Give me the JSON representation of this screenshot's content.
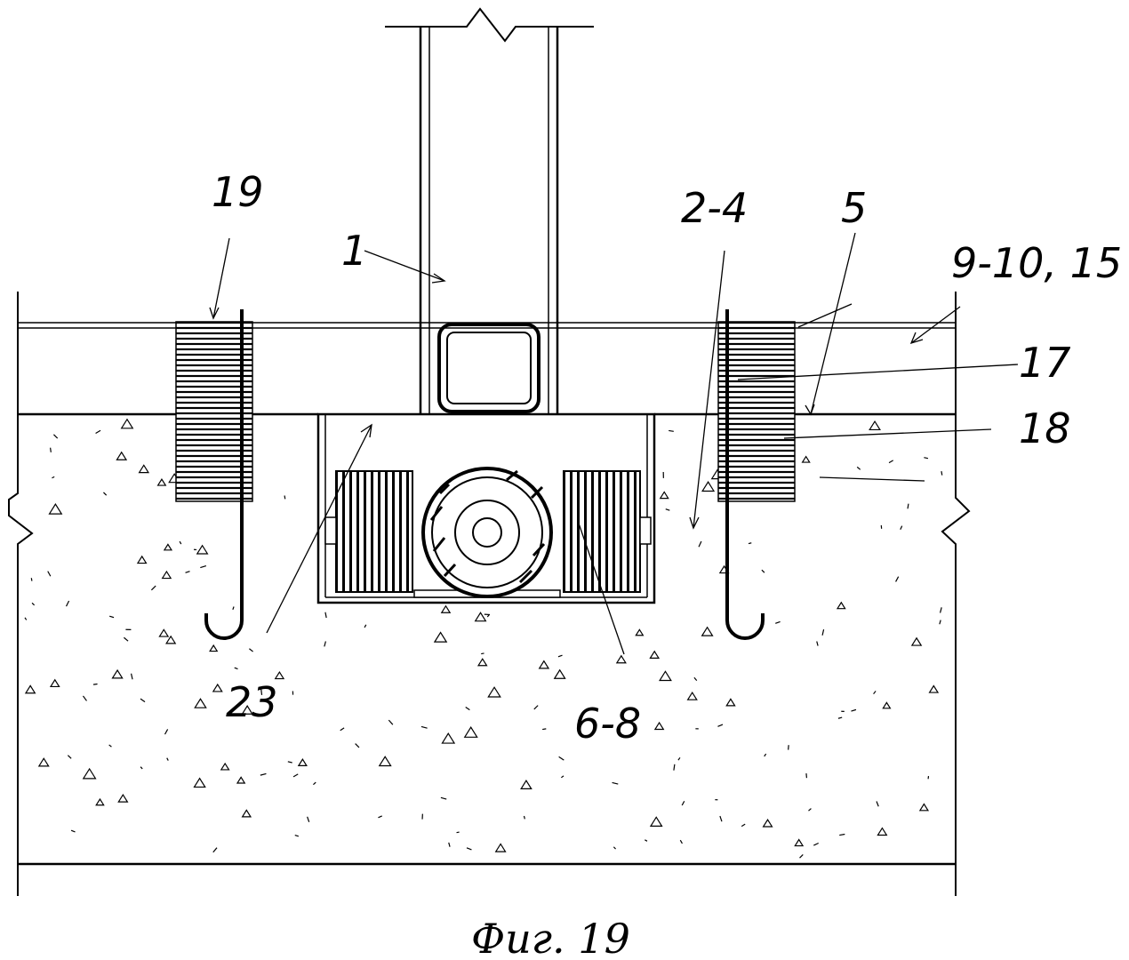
{
  "figure": {
    "caption": "Фиг. 19",
    "callouts": {
      "post": "1",
      "concrete_block": "2-4",
      "profile_edge": "5",
      "springs": "6-8",
      "beam": "9-10, 15",
      "insert_upper": "17",
      "insert_lower": "18",
      "anchor_left": "19",
      "housing": "23"
    }
  }
}
